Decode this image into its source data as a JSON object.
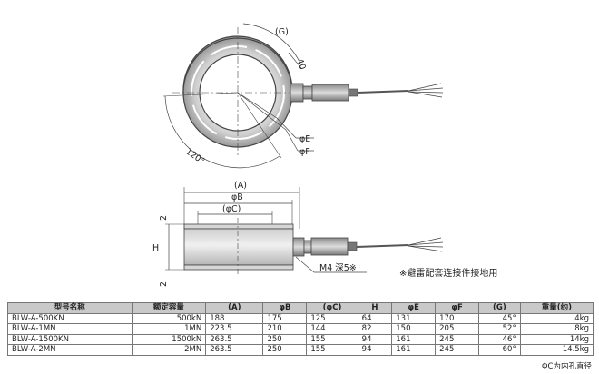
{
  "top_view": {
    "label_g": "(G)",
    "label_40": "40",
    "label_angle": "120°",
    "label_e": "φE",
    "label_f": "φF"
  },
  "side_view": {
    "label_a": "(A)",
    "label_b": "φB",
    "label_c": "(φC)",
    "label_h": "H",
    "label_2_top": "2",
    "label_2_bottom": "2",
    "label_thread": "M4 深5※"
  },
  "note": "※避雷配套连接件接地用",
  "table": {
    "headers": [
      "型号名称",
      "额定容量",
      "(A)",
      "φB",
      "(φC)",
      "H",
      "φE",
      "φF",
      "(G)",
      "重量(约)"
    ],
    "rows": [
      [
        "BLW-A-500KN",
        "500kN",
        "188",
        "175",
        "125",
        "64",
        "131",
        "170",
        "45°",
        "4kg"
      ],
      [
        "BLW-A-1MN",
        "1MN",
        "223.5",
        "210",
        "144",
        "82",
        "150",
        "205",
        "52°",
        "8kg"
      ],
      [
        "BLW-A-1500KN",
        "1500kN",
        "263.5",
        "250",
        "155",
        "94",
        "161",
        "245",
        "46°",
        "14kg"
      ],
      [
        "BLW-A-2MN",
        "2MN",
        "263.5",
        "250",
        "155",
        "94",
        "161",
        "245",
        "60°",
        "14.5kg"
      ]
    ]
  },
  "footnote": "ΦC为内孔直径"
}
